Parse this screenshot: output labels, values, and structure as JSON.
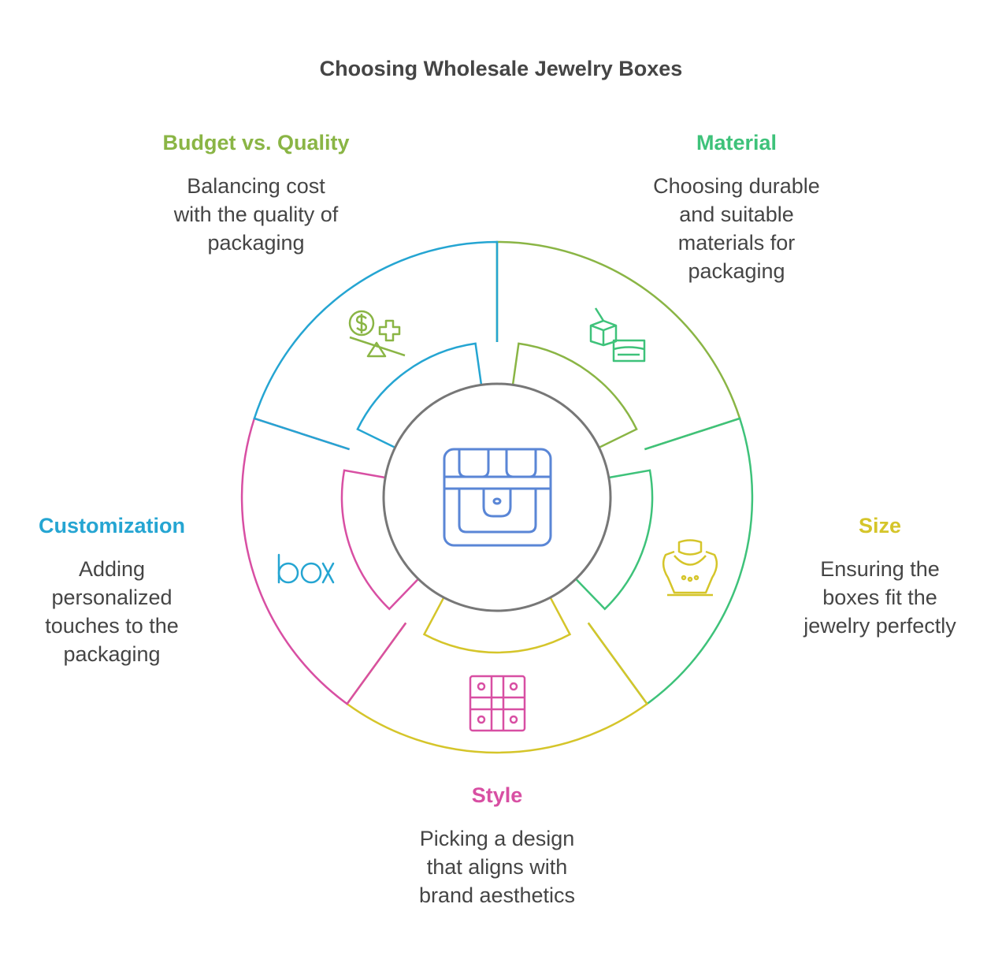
{
  "title": "Choosing Wholesale Jewelry Boxes",
  "center": {
    "icon": "treasure-chest-icon",
    "color": "#5a86d6"
  },
  "segments": [
    {
      "id": "budget",
      "title": "Budget vs. Quality",
      "description": "Balancing cost\nwith the quality of\npackaging",
      "color": "#8ab545",
      "icon": "balance-dollar-plus-icon"
    },
    {
      "id": "material",
      "title": "Material",
      "description": "Choosing durable\nand suitable\nmaterials for\npackaging",
      "color": "#3ec27a",
      "icon": "boxes-material-icon"
    },
    {
      "id": "size",
      "title": "Size",
      "description": "Ensuring the\nboxes fit the\njewelry perfectly",
      "color": "#d5c52a",
      "icon": "necklace-bust-icon"
    },
    {
      "id": "style",
      "title": "Style",
      "description": "Picking a design\nthat aligns with\nbrand aesthetics",
      "color": "#d84fa3",
      "icon": "board-pattern-icon"
    },
    {
      "id": "customization",
      "title": "Customization",
      "description": "Adding\npersonalized\ntouches to the\npackaging",
      "color": "#25a5d2",
      "icon": "box-logo-icon"
    }
  ]
}
